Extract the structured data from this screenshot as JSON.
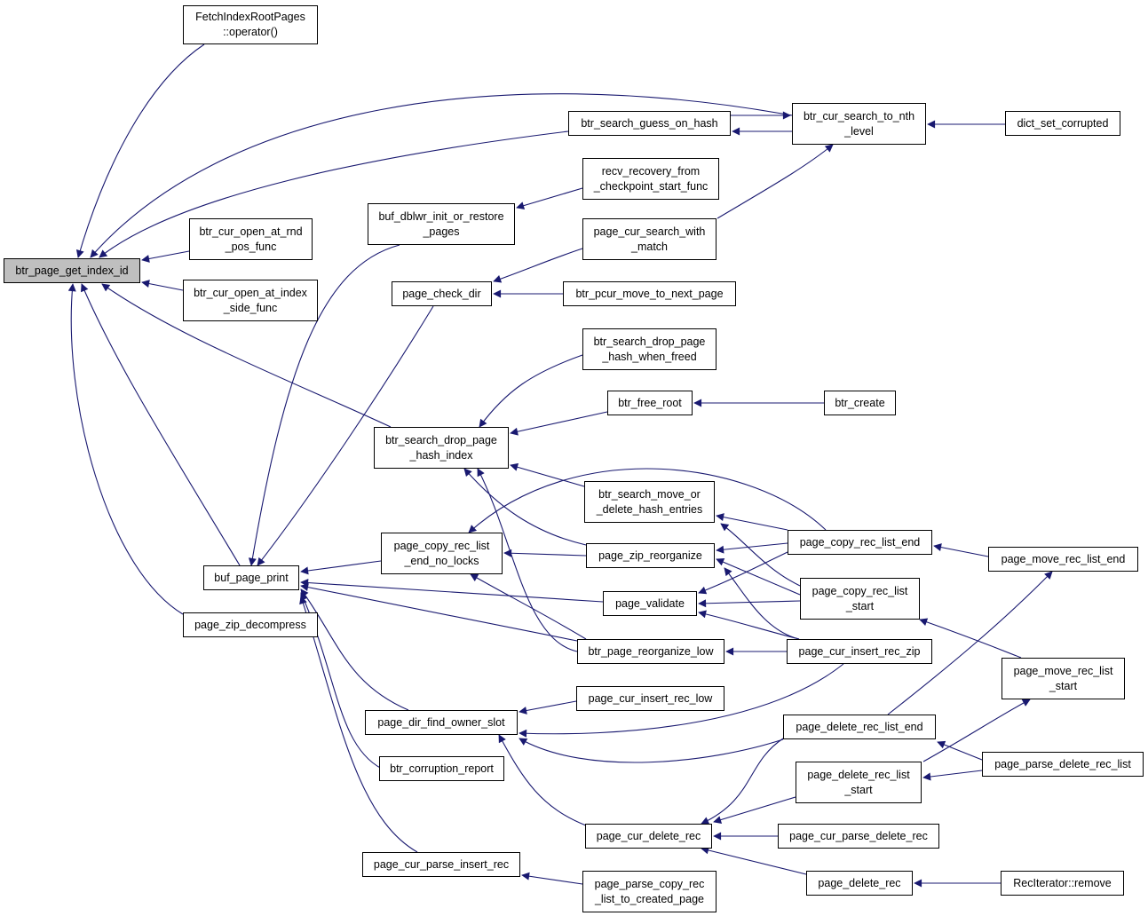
{
  "graph": {
    "edge_color": "#191970",
    "root_fill": "#bfbfbf",
    "nodes": {
      "btr_page_get_index_id": [
        "btr_page_get_index_id"
      ],
      "FetchIndexRootPages": [
        "FetchIndexRootPages",
        "::operator()"
      ],
      "btr_cur_open_at_rnd_pos_func": [
        "btr_cur_open_at_rnd",
        "_pos_func"
      ],
      "btr_cur_open_at_index_side_func": [
        "btr_cur_open_at_index",
        "_side_func"
      ],
      "buf_page_print": [
        "buf_page_print"
      ],
      "page_zip_decompress": [
        "page_zip_decompress"
      ],
      "btr_search_guess_on_hash": [
        "btr_search_guess_on_hash"
      ],
      "btr_cur_search_to_nth_level": [
        "btr_cur_search_to_nth",
        "_level"
      ],
      "dict_set_corrupted": [
        "dict_set_corrupted"
      ],
      "recv_recovery_from_checkpoint_start_func": [
        "recv_recovery_from",
        "_checkpoint_start_func"
      ],
      "buf_dblwr_init_or_restore_pages": [
        "buf_dblwr_init_or_restore",
        "_pages"
      ],
      "page_cur_search_with_match": [
        "page_cur_search_with",
        "_match"
      ],
      "page_check_dir": [
        "page_check_dir"
      ],
      "btr_pcur_move_to_next_page": [
        "btr_pcur_move_to_next_page"
      ],
      "btr_search_drop_page_hash_when_freed": [
        "btr_search_drop_page",
        "_hash_when_freed"
      ],
      "btr_free_root": [
        "btr_free_root"
      ],
      "btr_create": [
        "btr_create"
      ],
      "btr_search_drop_page_hash_index": [
        "btr_search_drop_page",
        "_hash_index"
      ],
      "btr_search_move_or_delete_hash_entries": [
        "btr_search_move_or",
        "_delete_hash_entries"
      ],
      "page_copy_rec_list_end_no_locks": [
        "page_copy_rec_list",
        "_end_no_locks"
      ],
      "page_zip_reorganize": [
        "page_zip_reorganize"
      ],
      "page_copy_rec_list_end": [
        "page_copy_rec_list_end"
      ],
      "page_move_rec_list_end": [
        "page_move_rec_list_end"
      ],
      "page_validate": [
        "page_validate"
      ],
      "page_copy_rec_list_start": [
        "page_copy_rec_list",
        "_start"
      ],
      "btr_page_reorganize_low": [
        "btr_page_reorganize_low"
      ],
      "page_cur_insert_rec_zip": [
        "page_cur_insert_rec_zip"
      ],
      "page_move_rec_list_start": [
        "page_move_rec_list",
        "_start"
      ],
      "page_cur_insert_rec_low": [
        "page_cur_insert_rec_low"
      ],
      "page_dir_find_owner_slot": [
        "page_dir_find_owner_slot"
      ],
      "page_delete_rec_list_end": [
        "page_delete_rec_list_end"
      ],
      "btr_corruption_report": [
        "btr_corruption_report"
      ],
      "page_delete_rec_list_start": [
        "page_delete_rec_list",
        "_start"
      ],
      "page_parse_delete_rec_list": [
        "page_parse_delete_rec_list"
      ],
      "page_cur_delete_rec": [
        "page_cur_delete_rec"
      ],
      "page_cur_parse_delete_rec": [
        "page_cur_parse_delete_rec"
      ],
      "page_cur_parse_insert_rec": [
        "page_cur_parse_insert_rec"
      ],
      "page_delete_rec": [
        "page_delete_rec"
      ],
      "RecIterator_remove": [
        "RecIterator::remove"
      ],
      "page_parse_copy_rec_list_to_created_page": [
        "page_parse_copy_rec",
        "_list_to_created_page"
      ]
    }
  }
}
